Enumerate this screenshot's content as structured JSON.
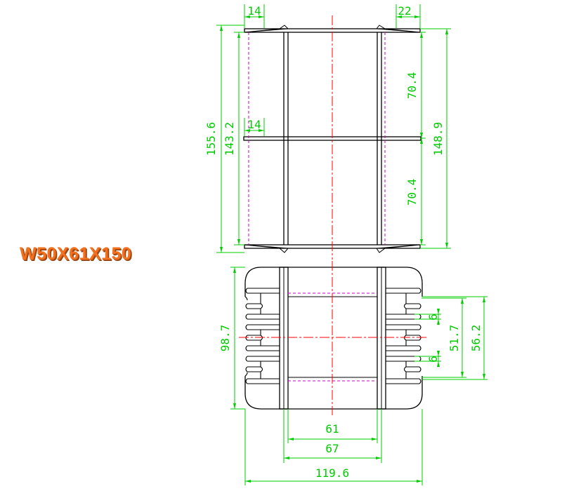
{
  "title": "W50X61X150",
  "colors": {
    "outline": "#000000",
    "dimension": "#00cc00",
    "centerline": "#ff0000",
    "hidden": "#cc00cc",
    "title": "#f2701e"
  },
  "dimensions": {
    "flange_width_left": "14",
    "flange_width_right": "22",
    "mid_flange_width": "14",
    "overall_height": "155.6",
    "inner_height": "143.2",
    "upper_window": "70.4",
    "lower_window": "70.4",
    "right_height": "148.9",
    "base_height": "98.7",
    "pin_gap_top": "6",
    "pin_gap_bottom": "6",
    "pin_span": "51.7",
    "pin_row_height": "56.2",
    "core_width": "61",
    "bobbin_width": "67",
    "base_width": "119.6"
  }
}
